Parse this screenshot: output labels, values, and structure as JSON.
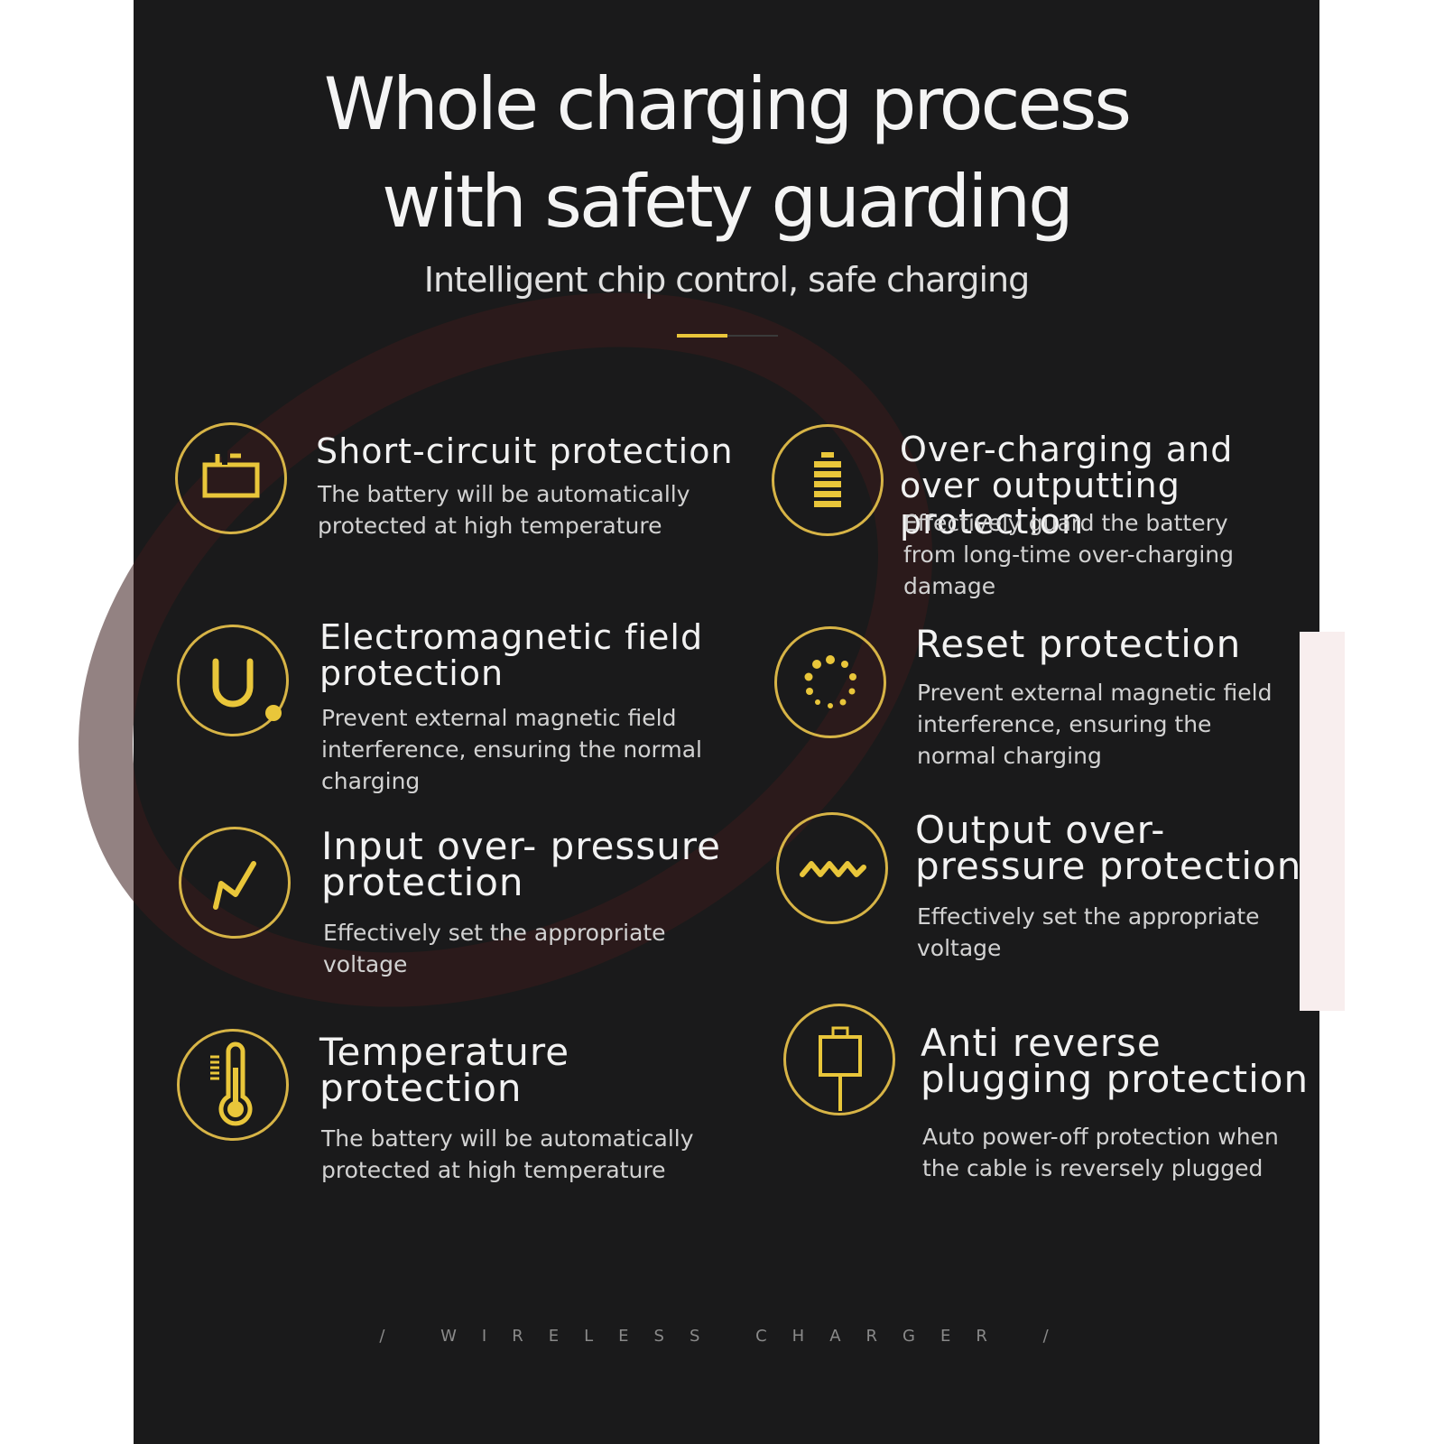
{
  "title_line1": "Whole charging process",
  "title_line2": "with safety guarding",
  "subtitle": "Intelligent chip control, safe charging",
  "colors": {
    "background": "#1a1a1b",
    "accent": "#e9c63a",
    "ring": "#d7b446",
    "text": "#f2f2f2"
  },
  "features": [
    {
      "icon": "short-circuit-icon",
      "heading": "Short-circuit protection",
      "description": "The battery will be automatically protected at high temperature"
    },
    {
      "icon": "battery-icon",
      "heading": "Over-charging and over outputting protection",
      "description": "Effectively guard the battery from long-time over-charging damage"
    },
    {
      "icon": "magnet-icon",
      "heading": "Electromagnetic field protection",
      "description": "Prevent external magnetic field interference, ensuring the normal charging"
    },
    {
      "icon": "reset-dots-icon",
      "heading": "Reset protection",
      "description": "Prevent external magnetic field interference, ensuring the normal charging"
    },
    {
      "icon": "input-surge-icon",
      "heading": "Input over- pressure protection",
      "description": "Effectively set the appropriate voltage"
    },
    {
      "icon": "output-wave-icon",
      "heading": "Output over- pressure protection",
      "description": "Effectively set the appropriate voltage"
    },
    {
      "icon": "thermometer-icon",
      "heading": "Temperature protection",
      "description": "The battery will be automatically protected at high temperature"
    },
    {
      "icon": "plug-icon",
      "heading": "Anti reverse plugging protection",
      "description": "Auto power-off protection when the cable is reversely plugged"
    }
  ],
  "footer": "/ WIRELESS CHARGER /"
}
